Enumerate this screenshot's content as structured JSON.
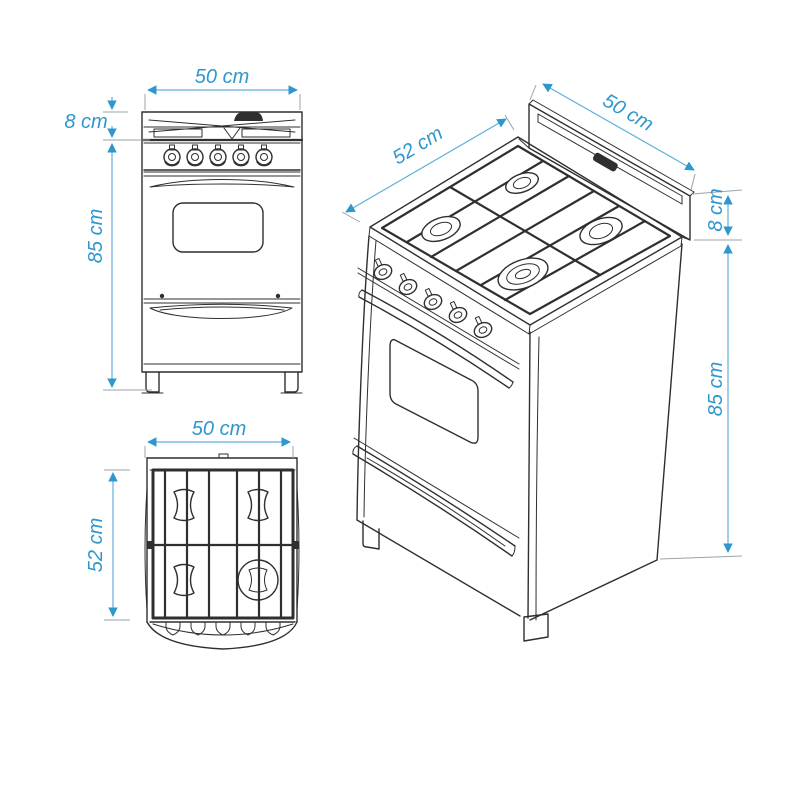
{
  "colors": {
    "background": "#ffffff",
    "drawing_line": "#2f2f2f",
    "dimension_color": "#2f97cd",
    "dimension_line": "#5fb0d8",
    "extension_line": "#9aa3a8"
  },
  "icons": {
    "brand_logo": "rounded-dark-blob"
  },
  "dimensions": {
    "front_view": {
      "width": "50 cm",
      "backsplash_height": "8 cm",
      "body_height": "85 cm"
    },
    "top_view": {
      "width": "50 cm",
      "depth": "52 cm"
    },
    "perspective_view": {
      "depth": "52 cm",
      "width": "50 cm",
      "backsplash_height": "8 cm",
      "body_height": "85 cm"
    }
  }
}
